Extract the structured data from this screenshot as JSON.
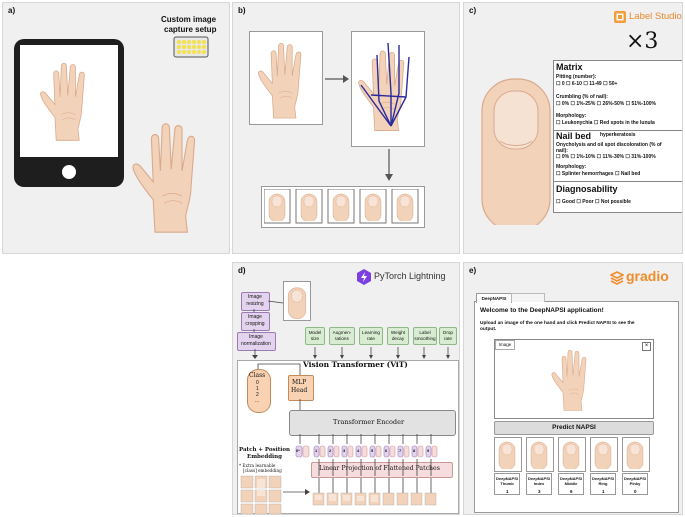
{
  "panel_labels": [
    "a)",
    "b)",
    "c)",
    "d)",
    "e)"
  ],
  "panel_a": {
    "caption_line1": "Custom image",
    "caption_line2": "capture setup"
  },
  "panel_c": {
    "brand": "Label Studio",
    "multiplier": "×3",
    "matrix": {
      "title": "Matrix",
      "pitting_label": "Pitting (number):",
      "pitting_options": [
        "0",
        "6-10",
        "11-49",
        "50+"
      ],
      "crumbling_label": "Crumbling (% of nail):",
      "crumbling_options": [
        "0%",
        "1%-25%",
        "26%-50%",
        "51%-100%"
      ],
      "morphology_label": "Morphology:",
      "morphology_options": [
        "Leukonychia",
        "Red spots in the lunula"
      ]
    },
    "nailbed": {
      "title": "Nail bed",
      "hyper_text": "hyperkeratosis",
      "discolor_label1": "Onycholysis and oil spot discoloration (% of",
      "discolor_label2": "nail):",
      "discolor_options": [
        "0%",
        "1%-10%",
        "11%-30%",
        "31%-100%"
      ],
      "morphology_label": "Morphology:",
      "morphology_options": [
        "Splinter hemorrhages",
        "Nail bed"
      ]
    },
    "diag": {
      "title": "Diagnosability",
      "options": [
        "Good",
        "Poor",
        "Not possible"
      ]
    }
  },
  "panel_d": {
    "brand": "PyTorch Lightning",
    "preprocess": [
      "Image resizing",
      "Image cropping",
      "Image normalization"
    ],
    "hyperparams": [
      "Model size",
      "Augmen-tations",
      "Learning rate",
      "Weight decay",
      "Label smoothing",
      "Drop rate"
    ],
    "vit_title": "Vision Transformer (ViT)",
    "class_title": "Class",
    "class_values": [
      "0",
      "1",
      "2",
      "..."
    ],
    "mlp_label1": "MLP",
    "mlp_label2": "Head",
    "encoder_label": "Transformer Encoder",
    "embed_label1": "Patch + Position",
    "embed_label2": "Embedding",
    "learnable_line1": "* Extra learnable",
    "learnable_line2": "[class] embedding",
    "projection_label": "Linear Projection of Flattened Patches",
    "token_numbers": [
      "0*",
      "1",
      "2",
      "3",
      "4",
      "5",
      "6",
      "7",
      "8",
      "9"
    ]
  },
  "panel_e": {
    "brand": "gradio",
    "tab_label": "DeepNAPSI",
    "welcome": "Welcome to the DeepNAPSI application!",
    "instructions_line1": "Upload an image of the one hand and click Predict NAPSI to see the",
    "instructions_line2": "output.",
    "image_label": "Image",
    "close_glyph": "×",
    "button_label": "Predict NAPSI",
    "fingers": [
      {
        "name1": "DeepNAPSI",
        "name2": "Thumb",
        "score": "1"
      },
      {
        "name1": "DeepNAPSI",
        "name2": "Index",
        "score": "3"
      },
      {
        "name1": "DeepNAPSI",
        "name2": "Middle",
        "score": "6"
      },
      {
        "name1": "DeepNAPSI",
        "name2": "Ring",
        "score": "1"
      },
      {
        "name1": "DeepNAPSI",
        "name2": "Pinky",
        "score": "0"
      }
    ]
  },
  "colors": {
    "skin": "#f2d2b8",
    "skin_shade": "#d9a98c",
    "purple": "#e3d3ef",
    "green": "#d8ecd2",
    "orange_fill": "#f9d2b3",
    "pink": "#f6dcdc",
    "gradio_orange": "#f08c2a",
    "lightning_purple": "#7b3fe4",
    "line_blue": "#2a2a9e"
  }
}
